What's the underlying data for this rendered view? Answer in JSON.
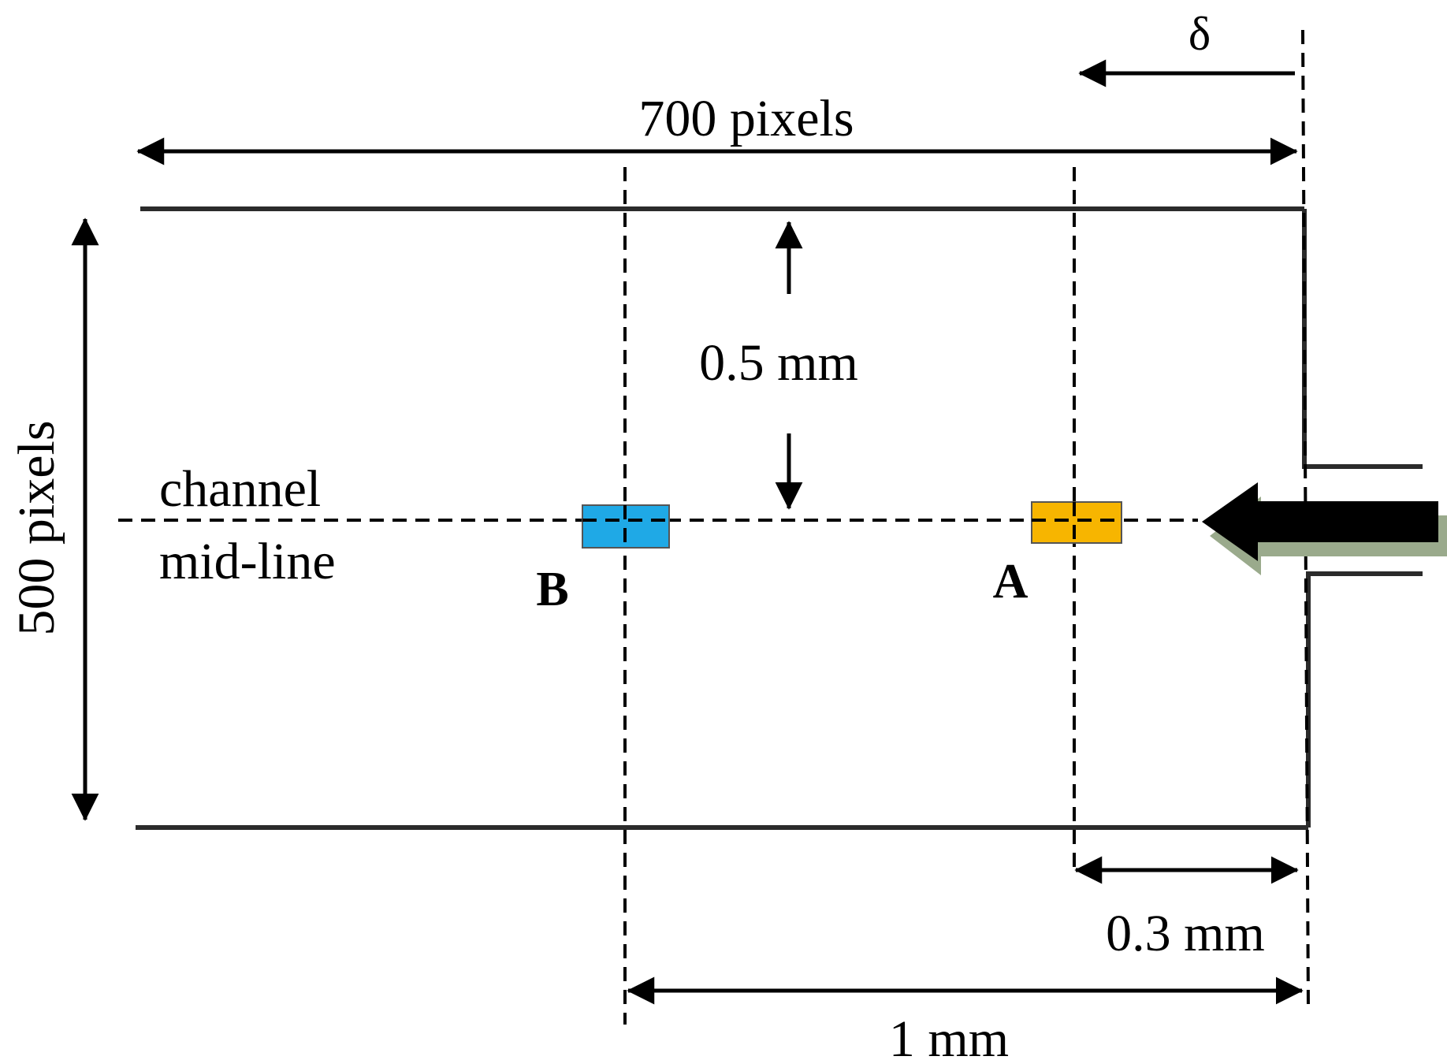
{
  "labels": {
    "delta": "δ",
    "width_pixels": "700 pixels",
    "height_pixels": "500 pixels",
    "half_height": "0.5 mm",
    "midline_line1": "channel",
    "midline_line2": "mid-line",
    "point_a": "A",
    "point_b": "B",
    "dist_a": "0.3 mm",
    "dist_b": "1 mm"
  },
  "colors": {
    "line": "#000000",
    "wall": "#2b2b2b",
    "marker_a": "#f7b500",
    "marker_b": "#1fa9e6",
    "flow_arrow": "#000000",
    "flow_arrow_shadow": "#9aaa8c"
  },
  "icons": {
    "flow": "inlet-flow-arrow"
  }
}
